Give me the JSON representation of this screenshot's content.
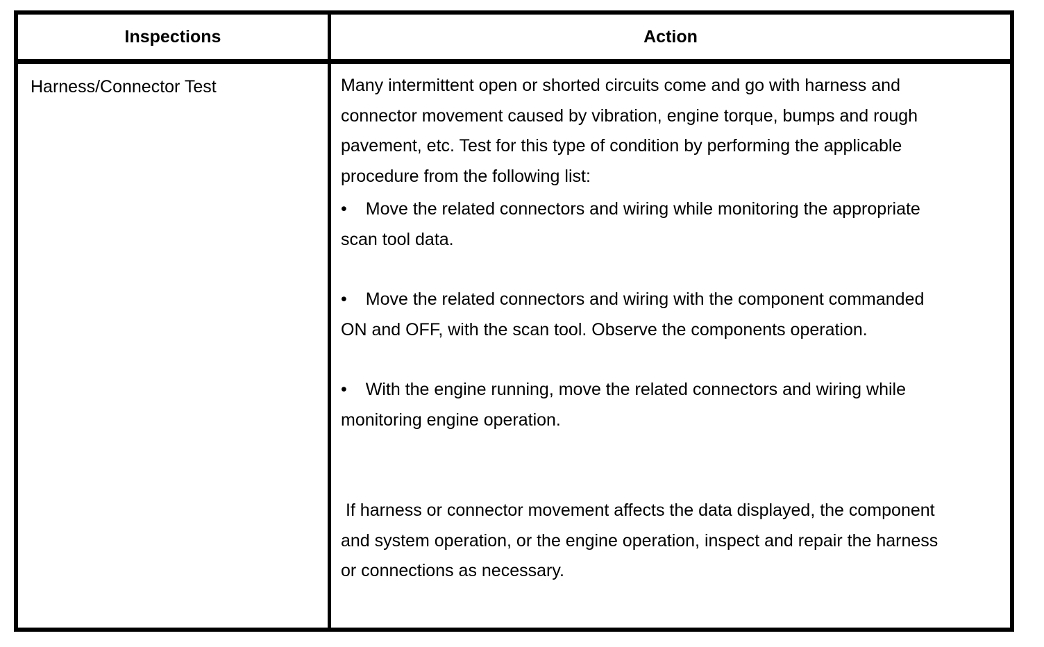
{
  "table": {
    "border_color": "#000000",
    "background_color": "#ffffff",
    "header": {
      "inspections": "Inspections",
      "action": "Action"
    },
    "row": {
      "inspection": "Harness/Connector Test",
      "action": {
        "intro": "Many intermittent open or shorted circuits come and go with harness and connector movement caused by vibration, engine torque, bumps and rough pavement, etc. Test for this type of condition by performing the applicable procedure from the following list:",
        "bullet_char": "•",
        "bullets": [
          "Move the related connectors and wiring while monitoring the appropriate scan tool data.",
          "Move the related connectors and wiring with the component commanded ON and OFF, with the scan tool. Observe the components operation.",
          "With the engine running, move the related connectors and wiring while monitoring engine operation."
        ],
        "closing": " If harness or connector movement affects the data displayed, the component and system operation, or the engine operation, inspect and repair the harness or connections as necessary."
      }
    }
  }
}
